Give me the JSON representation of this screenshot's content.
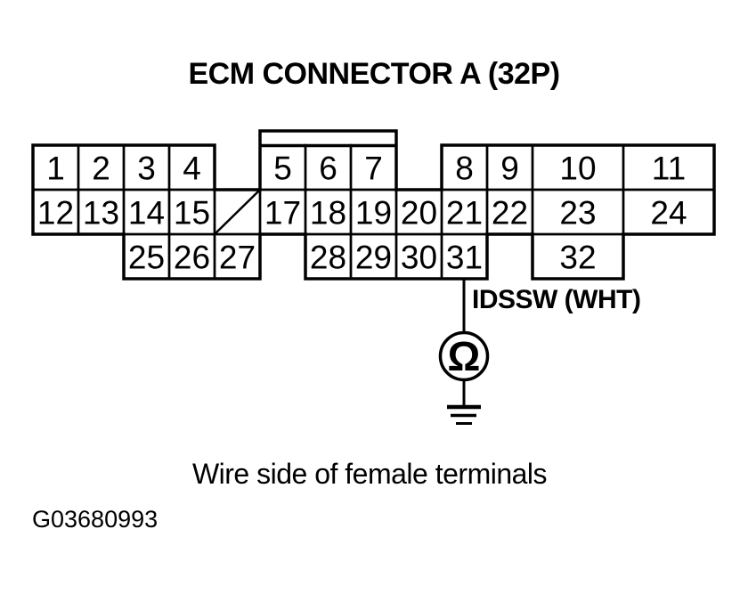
{
  "title": "ECM CONNECTOR A (32P)",
  "caption": "Wire side of female terminals",
  "figure_id": "G03680993",
  "colors": {
    "ink": "#000000",
    "background": "#ffffff"
  },
  "connector": {
    "cells": [
      {
        "pin": "1",
        "row": 0,
        "col": 0,
        "span": 1
      },
      {
        "pin": "2",
        "row": 0,
        "col": 1,
        "span": 1
      },
      {
        "pin": "3",
        "row": 0,
        "col": 2,
        "span": 1
      },
      {
        "pin": "4",
        "row": 0,
        "col": 3,
        "span": 1
      },
      {
        "pin": "5",
        "row": 0,
        "col": 5,
        "span": 1
      },
      {
        "pin": "6",
        "row": 0,
        "col": 6,
        "span": 1
      },
      {
        "pin": "7",
        "row": 0,
        "col": 7,
        "span": 1
      },
      {
        "pin": "8",
        "row": 0,
        "col": 9,
        "span": 1
      },
      {
        "pin": "9",
        "row": 0,
        "col": 10,
        "span": 1
      },
      {
        "pin": "10",
        "row": 0,
        "col": 11,
        "span": 2
      },
      {
        "pin": "11",
        "row": 0,
        "col": 13,
        "span": 2
      },
      {
        "pin": "12",
        "row": 1,
        "col": 0,
        "span": 1
      },
      {
        "pin": "13",
        "row": 1,
        "col": 1,
        "span": 1
      },
      {
        "pin": "14",
        "row": 1,
        "col": 2,
        "span": 1
      },
      {
        "pin": "15",
        "row": 1,
        "col": 3,
        "span": 1
      },
      {
        "pin": "17",
        "row": 1,
        "col": 5,
        "span": 1
      },
      {
        "pin": "18",
        "row": 1,
        "col": 6,
        "span": 1
      },
      {
        "pin": "19",
        "row": 1,
        "col": 7,
        "span": 1
      },
      {
        "pin": "20",
        "row": 1,
        "col": 8,
        "span": 1
      },
      {
        "pin": "21",
        "row": 1,
        "col": 9,
        "span": 1
      },
      {
        "pin": "22",
        "row": 1,
        "col": 10,
        "span": 1
      },
      {
        "pin": "23",
        "row": 1,
        "col": 11,
        "span": 2
      },
      {
        "pin": "24",
        "row": 1,
        "col": 13,
        "span": 2
      },
      {
        "pin": "25",
        "row": 2,
        "col": 2,
        "span": 1
      },
      {
        "pin": "26",
        "row": 2,
        "col": 3,
        "span": 1
      },
      {
        "pin": "27",
        "row": 2,
        "col": 4,
        "span": 1
      },
      {
        "pin": "28",
        "row": 2,
        "col": 6,
        "span": 1
      },
      {
        "pin": "29",
        "row": 2,
        "col": 7,
        "span": 1
      },
      {
        "pin": "30",
        "row": 2,
        "col": 8,
        "span": 1
      },
      {
        "pin": "31",
        "row": 2,
        "col": 9,
        "span": 1
      },
      {
        "pin": "32",
        "row": 2,
        "col": 11,
        "span": 2
      }
    ],
    "blocked_cell": {
      "row": 1,
      "col": 4,
      "diagonal_slash": true
    },
    "keying_tab_above_pins": [
      "5",
      "6",
      "7"
    ]
  },
  "wire": {
    "label": "IDSSW (WHT)",
    "from_pin": "31"
  },
  "meter": {
    "type": "ohmmeter",
    "symbol": "Ω"
  }
}
